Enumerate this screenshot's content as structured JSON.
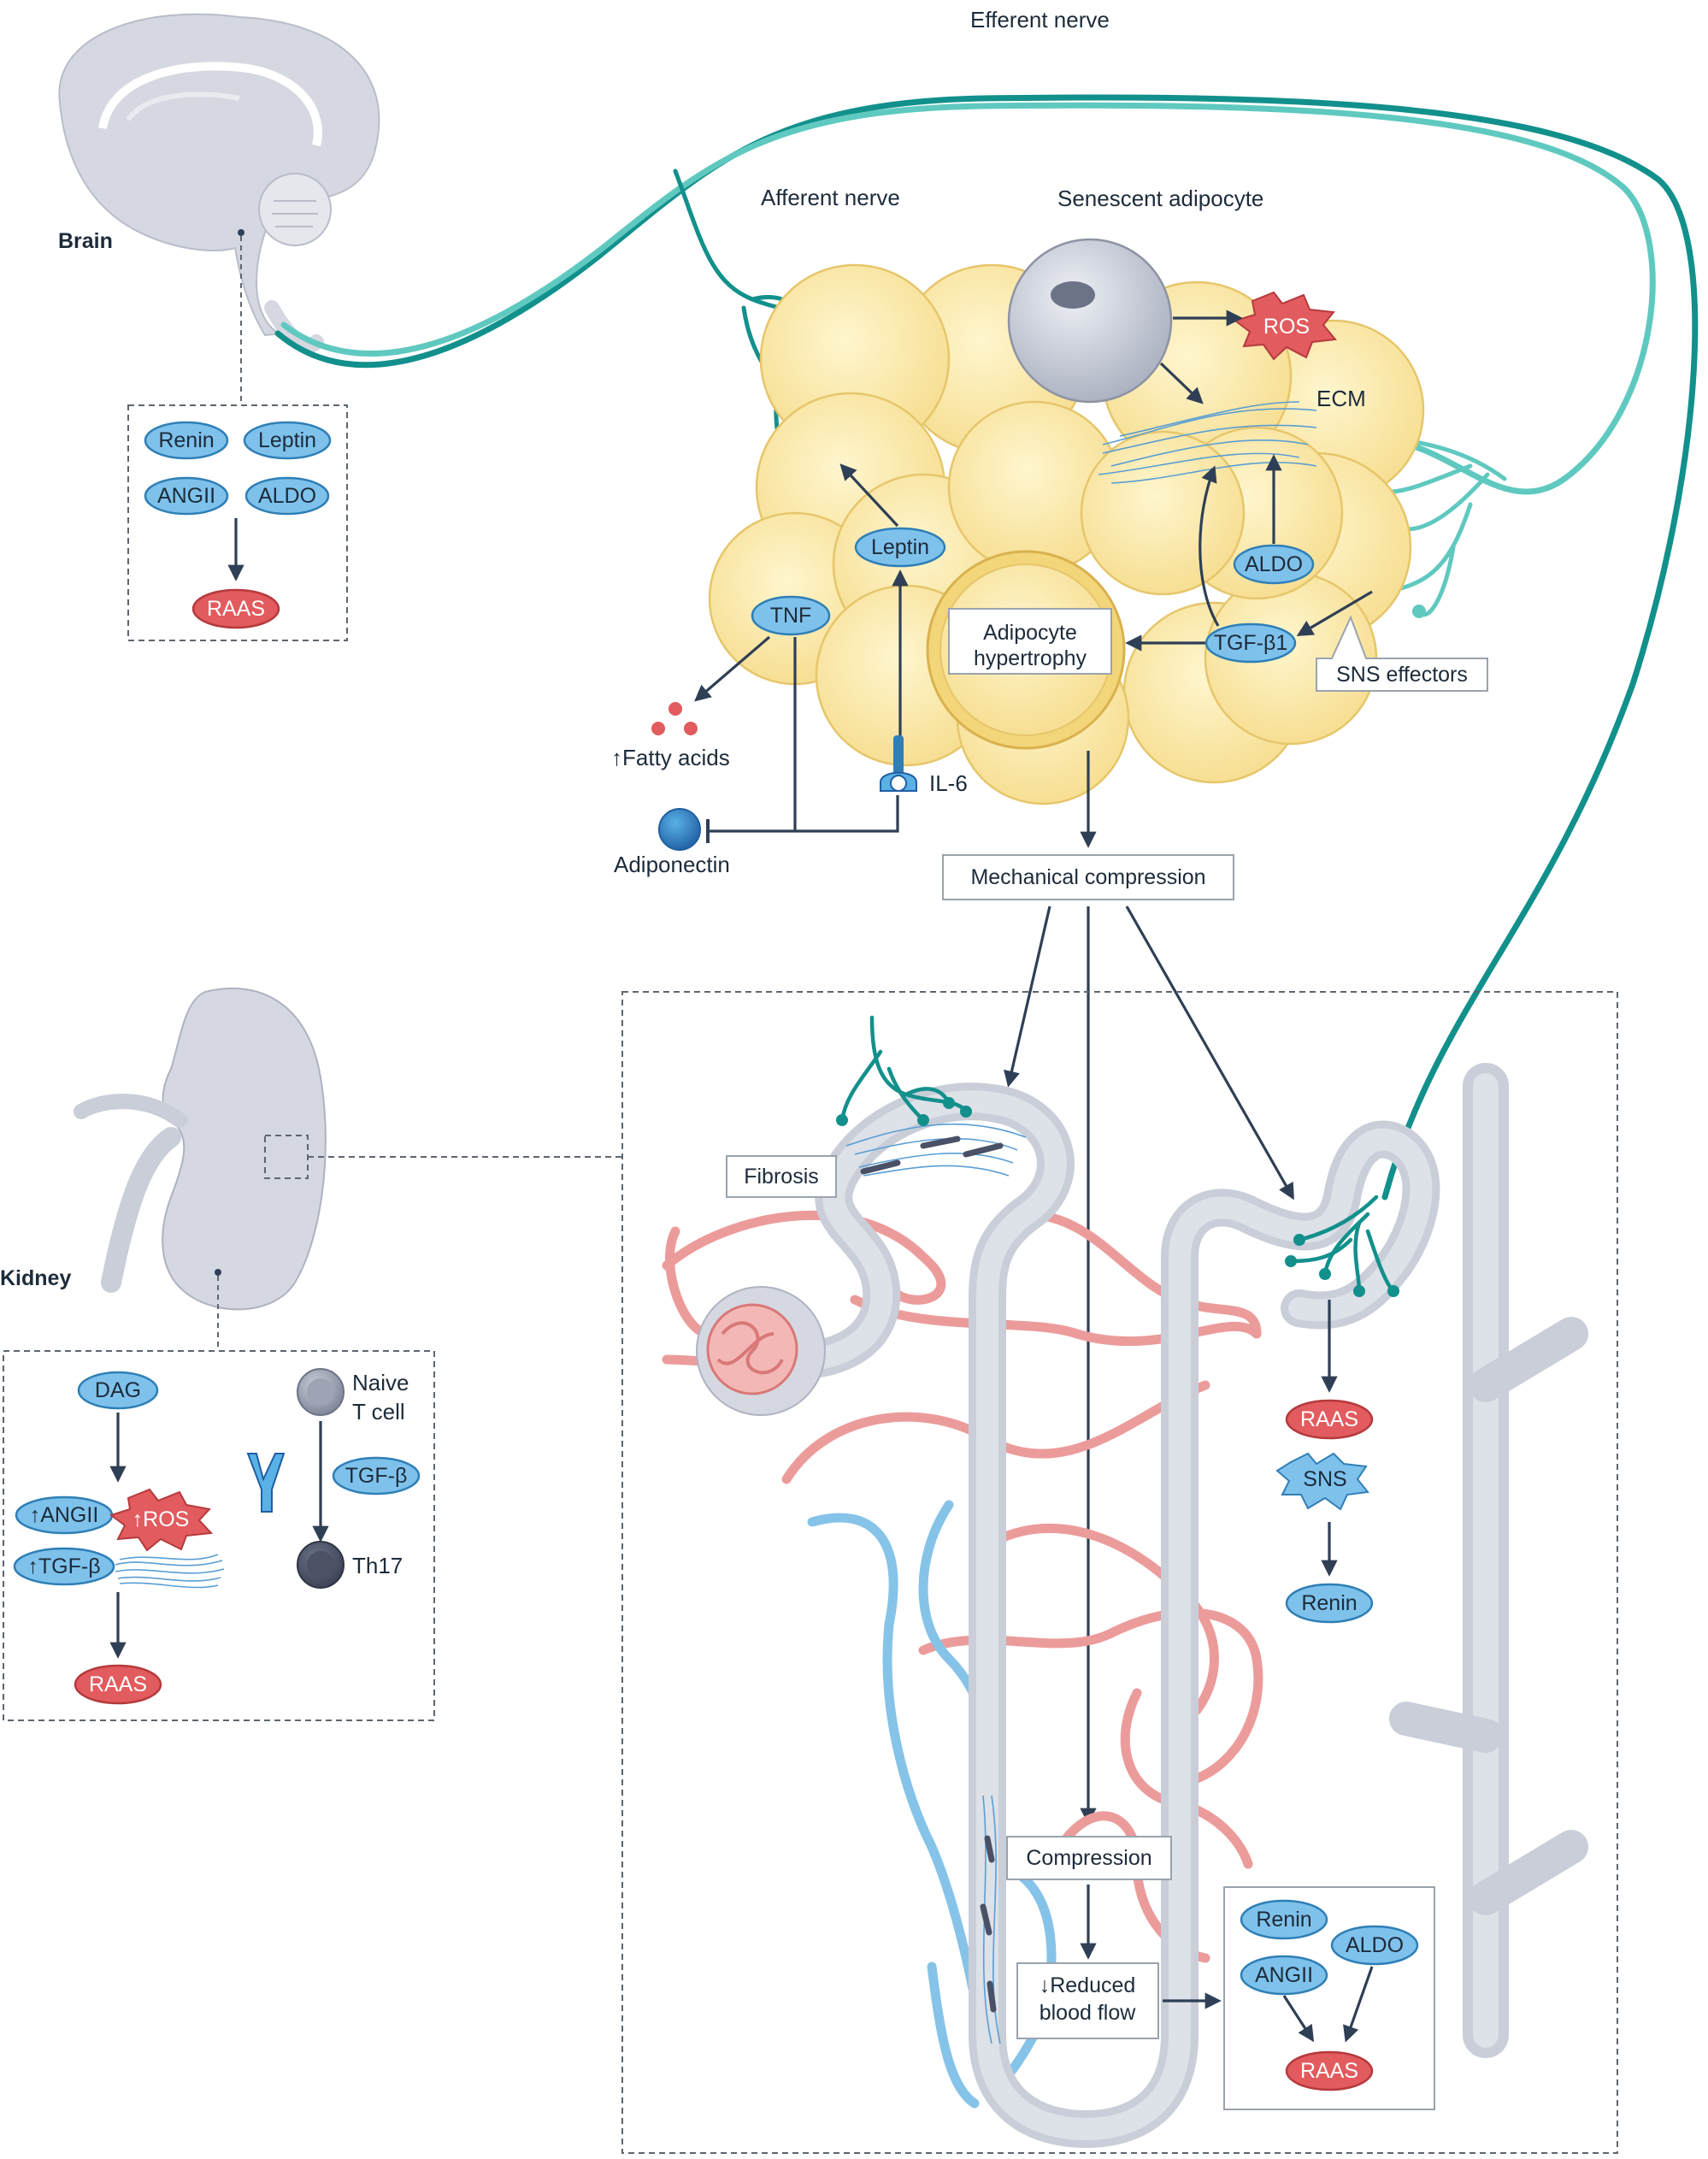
{
  "brain": {
    "label": "Brain",
    "molecules": [
      "Renin",
      "Leptin",
      "ANGII",
      "ALDO"
    ],
    "output": "RAAS"
  },
  "nerves": {
    "efferent": "Efferent nerve",
    "afferent": "Afferent nerve"
  },
  "adipose": {
    "senescent": "Senescent adipocyte",
    "ros": "ROS",
    "ecm": "ECM",
    "leptin": "Leptin",
    "tnf": "TNF",
    "aldo": "ALDO",
    "tgfb1": "TGF-β1",
    "hypertrophy_line1": "Adipocyte",
    "hypertrophy_line2": "hypertrophy",
    "sns_effectors": "SNS effectors",
    "fatty_acids": "↑Fatty acids",
    "il6": "IL-6",
    "adiponectin": "Adiponectin",
    "mechanical_compression": "Mechanical compression"
  },
  "kidney": {
    "label": "Kidney",
    "dag": "DAG",
    "angii_up": "↑ANGII",
    "ros_up": "↑ROS",
    "tgfb_up": "↑TGF-β",
    "raas": "RAAS",
    "naive_line1": "Naive",
    "naive_line2": "T cell",
    "tgfb": "TGF-β",
    "th17": "Th17"
  },
  "nephron": {
    "fibrosis": "Fibrosis",
    "raas": "RAAS",
    "sns": "SNS",
    "renin": "Renin",
    "compression": "Compression",
    "reduced_line1": "↓Reduced",
    "reduced_line2": "blood flow",
    "box_renin": "Renin",
    "box_angii": "ANGII",
    "box_aldo": "ALDO",
    "box_raas": "RAAS"
  }
}
